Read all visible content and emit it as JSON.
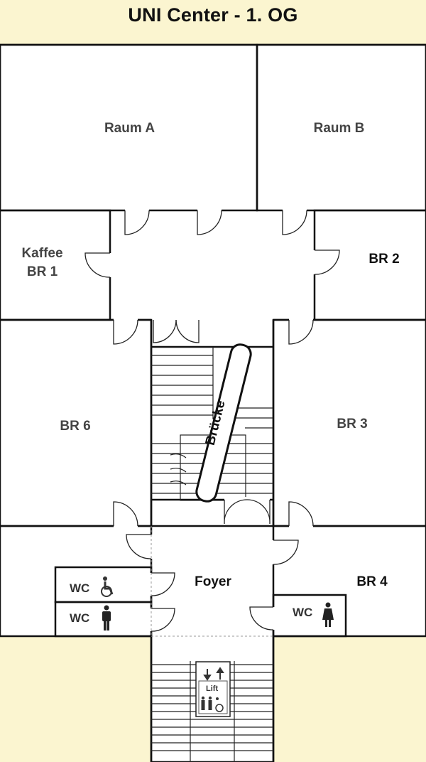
{
  "title": "UNI Center - 1. OG",
  "rooms": {
    "raum_a": "Raum A",
    "raum_b": "Raum B",
    "kaffee_line1": "Kaffee",
    "kaffee_line2": "BR 1",
    "br2": "BR 2",
    "br6": "BR 6",
    "br3": "BR 3",
    "foyer": "Foyer",
    "br4": "BR 4"
  },
  "wc": {
    "accessible": "WC",
    "men": "WC",
    "women": "WC"
  },
  "bridge": "Brücke",
  "lift": "Lift",
  "icons": [
    "wheelchair-icon",
    "man-icon",
    "woman-icon",
    "up-down-arrows-icon",
    "people-icon"
  ],
  "colors": {
    "background": "#fbf5d0",
    "floor": "#ffffff",
    "wall": "#111111"
  }
}
